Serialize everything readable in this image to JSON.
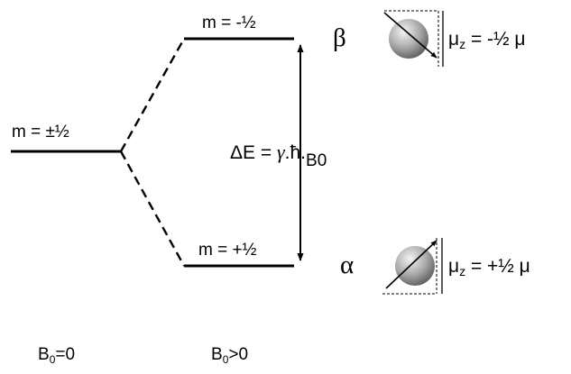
{
  "levels": {
    "degenerate": "m = ±½",
    "upper": "m = -½",
    "lower": "m = +½"
  },
  "spin_states": {
    "beta": {
      "symbol": "β",
      "moment": "μz = -½ μ",
      "mu": "μ",
      "sub": "z",
      "rest": " = -½ μ"
    },
    "alpha": {
      "symbol": "α",
      "moment": "μz = +½ μ",
      "mu": "μ",
      "sub": "z",
      "rest": " = +½ μ"
    }
  },
  "energy_gap": {
    "delta_e": "ΔE = ",
    "gamma": "γ",
    "dot1": ".",
    "hbar": "ħ",
    "dot2": ".",
    "b": "B",
    "sub": "0"
  },
  "field_labels": {
    "zero": {
      "b": "B",
      "sub": "0",
      "rest": "=0"
    },
    "nonzero": {
      "b": "B",
      "sub": "0",
      "rest": ">0"
    }
  },
  "colors": {
    "line": "#000000",
    "sphere_light": "#f4f4f4",
    "sphere_dark": "#555555"
  }
}
